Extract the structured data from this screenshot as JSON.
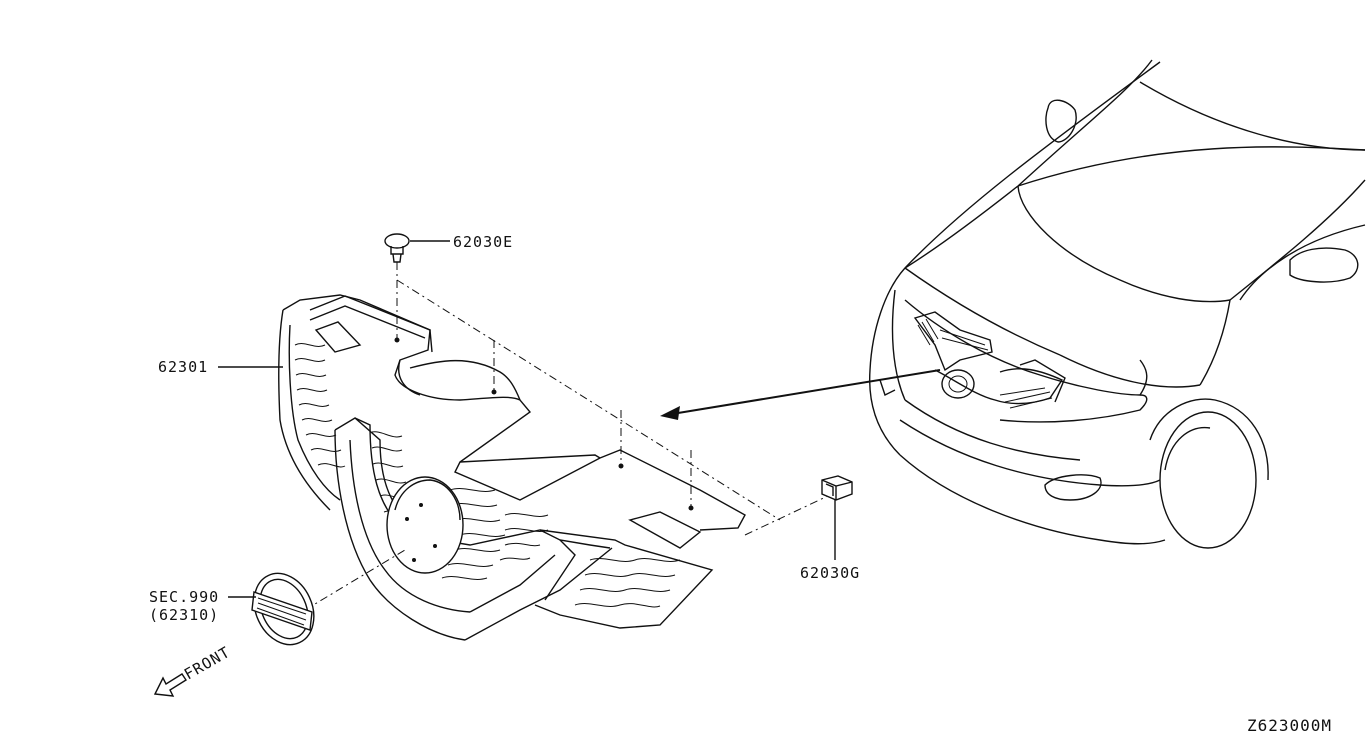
{
  "labels": {
    "clip_top": "62030E",
    "grille": "62301",
    "sec_ref": "SEC.990",
    "emblem_ref": "(62310)",
    "clip_side": "62030G",
    "front": "FRONT",
    "diagram_code": "Z623000M"
  }
}
